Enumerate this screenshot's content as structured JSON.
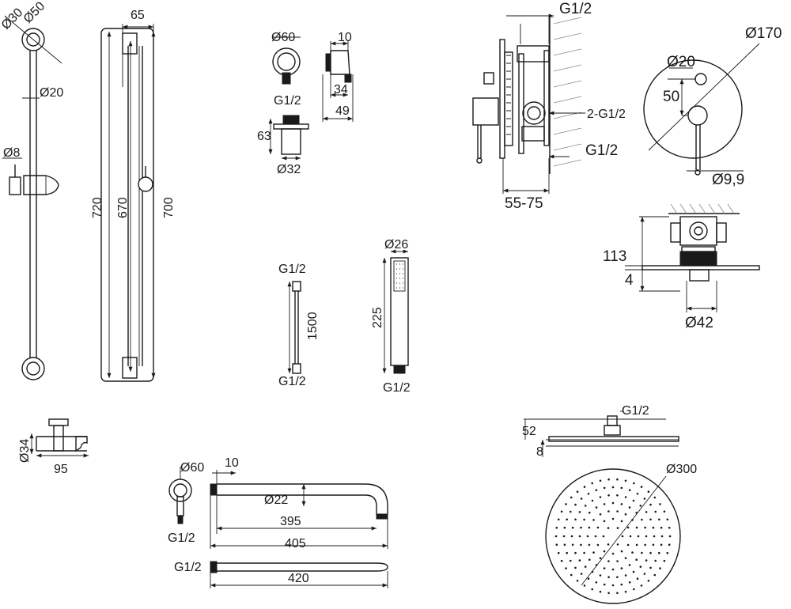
{
  "slide_rail": {
    "d30": "Ø30",
    "d50": "Ø50",
    "d20": "Ø20",
    "d8": "Ø8"
  },
  "rail_side": {
    "w65": "65",
    "h720": "720",
    "h670": "670",
    "h700": "700"
  },
  "wall_outlet": {
    "d60": "Ø60",
    "w10": "10",
    "g12": "G1/2",
    "d34": "34",
    "d49": "49",
    "h63": "63",
    "d32": "Ø32"
  },
  "mixer_side": {
    "g12_top": "G1/2",
    "g12_mid": "2-G1/2",
    "g12_bot": "G1/2",
    "depth": "55-75"
  },
  "mixer_front": {
    "d170": "Ø170",
    "d20": "Ø20",
    "h50": "50",
    "d99": "Ø9,9"
  },
  "mixer_body": {
    "h113": "113",
    "h4": "4",
    "d42": "Ø42"
  },
  "hose": {
    "g12_top": "G1/2",
    "length": "1500",
    "g12_bot": "G1/2"
  },
  "hand_shower": {
    "d26": "Ø26",
    "length": "225",
    "g12": "G1/2"
  },
  "holder": {
    "d34": "Ø34",
    "w95": "95"
  },
  "shower_arm": {
    "d60": "Ø60",
    "w10": "10",
    "d22": "Ø22",
    "l395": "395",
    "l405": "405",
    "g12_a": "G1/2",
    "g12_b": "G1/2",
    "l420": "420"
  },
  "head_side": {
    "g12": "G1/2",
    "h52": "52",
    "h8": "8"
  },
  "head_top": {
    "d300": "Ø300"
  }
}
